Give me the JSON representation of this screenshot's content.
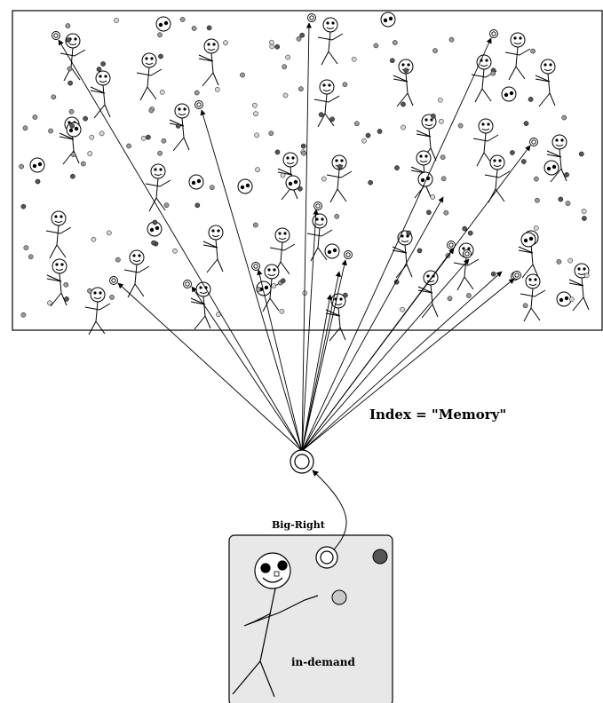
{
  "index_label": "Index = \"Memory\"",
  "personal_label": "Big-Right",
  "agent_label": "in-demand",
  "colors": {
    "stroke": "#000000",
    "room_fill": "#e8e8e8",
    "dot_dark": "#555555",
    "dot_mid": "#9a9a9a",
    "dot_light": "#d6d6d6"
  }
}
